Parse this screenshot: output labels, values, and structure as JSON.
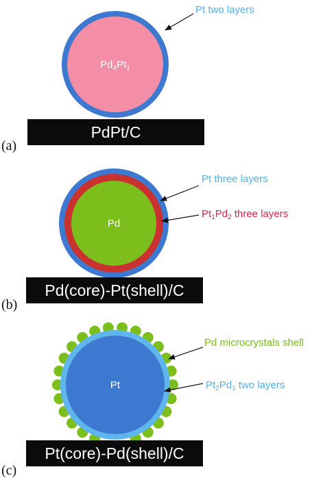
{
  "colors": {
    "pt_blue": "#3d78d1",
    "pd_pt_pink": "#f38ea6",
    "pt1pd2_red": "#c9322f",
    "pd_green": "#7cbf1d",
    "pt2pd1_lightblue": "#5fb6ec",
    "support_black": "#0b0b0b",
    "label_blue": "#55b0e8",
    "label_red": "#d8244a",
    "label_green": "#77bb1e"
  },
  "panels": [
    {
      "letter": "(a)",
      "core_label": {
        "main": "Pd",
        "sub1": "4",
        "mid": "Pt",
        "sub2": "1"
      },
      "support_label": "PdPt/C",
      "callouts": [
        "Pt two layers"
      ]
    },
    {
      "letter": "(b)",
      "core_label": {
        "main": "Pd"
      },
      "support_label": "Pd(core)-Pt(shell)/C",
      "callouts": [
        "Pt three layers",
        {
          "main": "Pt",
          "sub1": "1",
          "mid": "Pd",
          "sub2": "2",
          "tail": " three layers"
        }
      ]
    },
    {
      "letter": "(c)",
      "core_label": {
        "main": "Pt"
      },
      "support_label": "Pt(core)-Pd(shell)/C",
      "callouts": [
        "Pd microcrystals shell",
        {
          "main": "Pt",
          "sub1": "2",
          "mid": "Pd",
          "sub2": "1",
          "tail": " two layers"
        }
      ]
    }
  ]
}
